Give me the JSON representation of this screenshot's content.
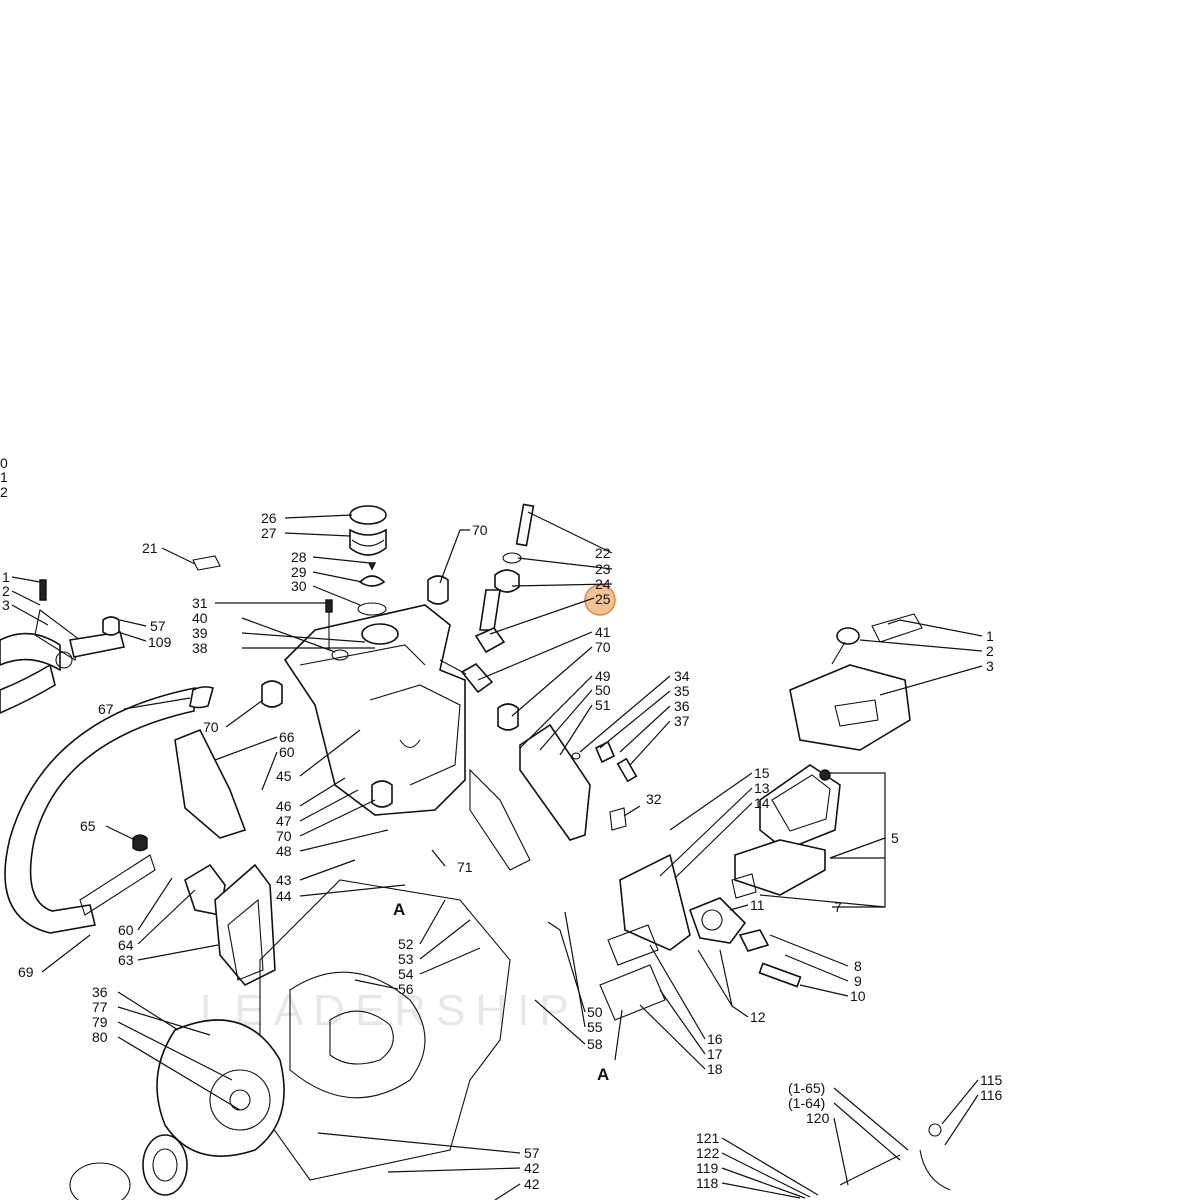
{
  "highlight": {
    "label": "25"
  },
  "watermark": "LEADERSHIP",
  "labels": {
    "l26": "26",
    "l27": "27",
    "l21": "21",
    "l28": "28",
    "l29": "29",
    "l30": "30",
    "l31": "31",
    "l40": "40",
    "l39": "39",
    "l38": "38",
    "l70a": "70",
    "l22": "22",
    "l23": "23",
    "l24": "24",
    "l25": "25",
    "l41": "41",
    "l70b": "70",
    "l49": "49",
    "l50a": "50",
    "l51": "51",
    "l34": "34",
    "l35": "35",
    "l36a": "36",
    "l37": "37",
    "l32": "32",
    "l1a": "1",
    "l2a": "2",
    "l3a": "3",
    "l1b": "1",
    "l2b": "2",
    "l3b": "3",
    "l57a": "57",
    "l109": "109",
    "l67": "67",
    "l70c": "70",
    "l66": "66",
    "l60a": "60",
    "l45": "45",
    "l46": "46",
    "l47": "47",
    "l70d": "70",
    "l48": "48",
    "l71": "71",
    "l43": "43",
    "l44": "44",
    "l65": "65",
    "l60b": "60",
    "l64": "64",
    "l63": "63",
    "l69": "69",
    "l52": "52",
    "l53": "53",
    "l54": "54",
    "l56": "56",
    "l50b": "50",
    "l55": "55",
    "l58": "58",
    "l15": "15",
    "l13": "13",
    "l14": "14",
    "l11": "11",
    "l5": "5",
    "l7": "7",
    "l8": "8",
    "l9": "9",
    "l10": "10",
    "l12": "12",
    "l16": "16",
    "l17": "17",
    "l18": "18",
    "l36b": "36",
    "l77": "77",
    "l79": "79",
    "l80": "80",
    "l57b": "57",
    "l42a": "42",
    "l42b": "42",
    "l165": "(1-65)",
    "l164": "(1-64)",
    "l120": "120",
    "l115": "115",
    "l116": "116",
    "l121": "121",
    "l122": "122",
    "l119": "119",
    "l118": "118",
    "lA1": "A",
    "lA2": "A",
    "edge0": "0",
    "edge1": "1",
    "edge2": "2"
  }
}
